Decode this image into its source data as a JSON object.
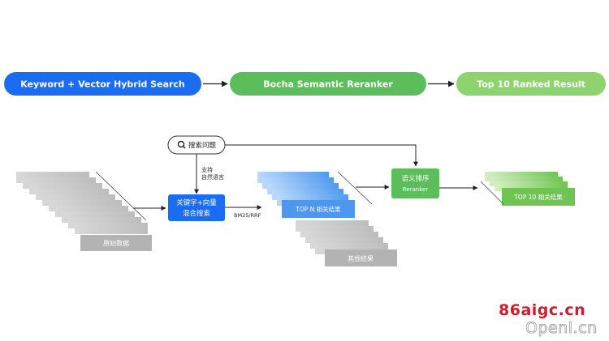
{
  "pipeline": {
    "step1": "Keyword + Vector Hybrid Search",
    "step2": "Bocha Semantic Reranker",
    "step3": "Top 10 Ranked Result"
  },
  "flow": {
    "search_query": "搜索问题",
    "support_line1": "支持",
    "support_line2": "自然语言",
    "hybrid_line1": "关键字+向量",
    "hybrid_line2": "混合搜索",
    "method": "BM25/RRF",
    "raw_data": "原始数据",
    "top_n": "TOP N 相关结果",
    "other": "其他结果",
    "rerank_line1": "语义排序",
    "rerank_line2": "Reranker",
    "top10": "TOP 10 相关结果"
  },
  "watermark": {
    "line1": "86aigc.cn",
    "line2": "Openl.cn"
  },
  "colors": {
    "blue": "#1a6cf2",
    "green": "#5cbd5c",
    "green_light": "#8ed36e",
    "gray": "#c9c9c9"
  }
}
